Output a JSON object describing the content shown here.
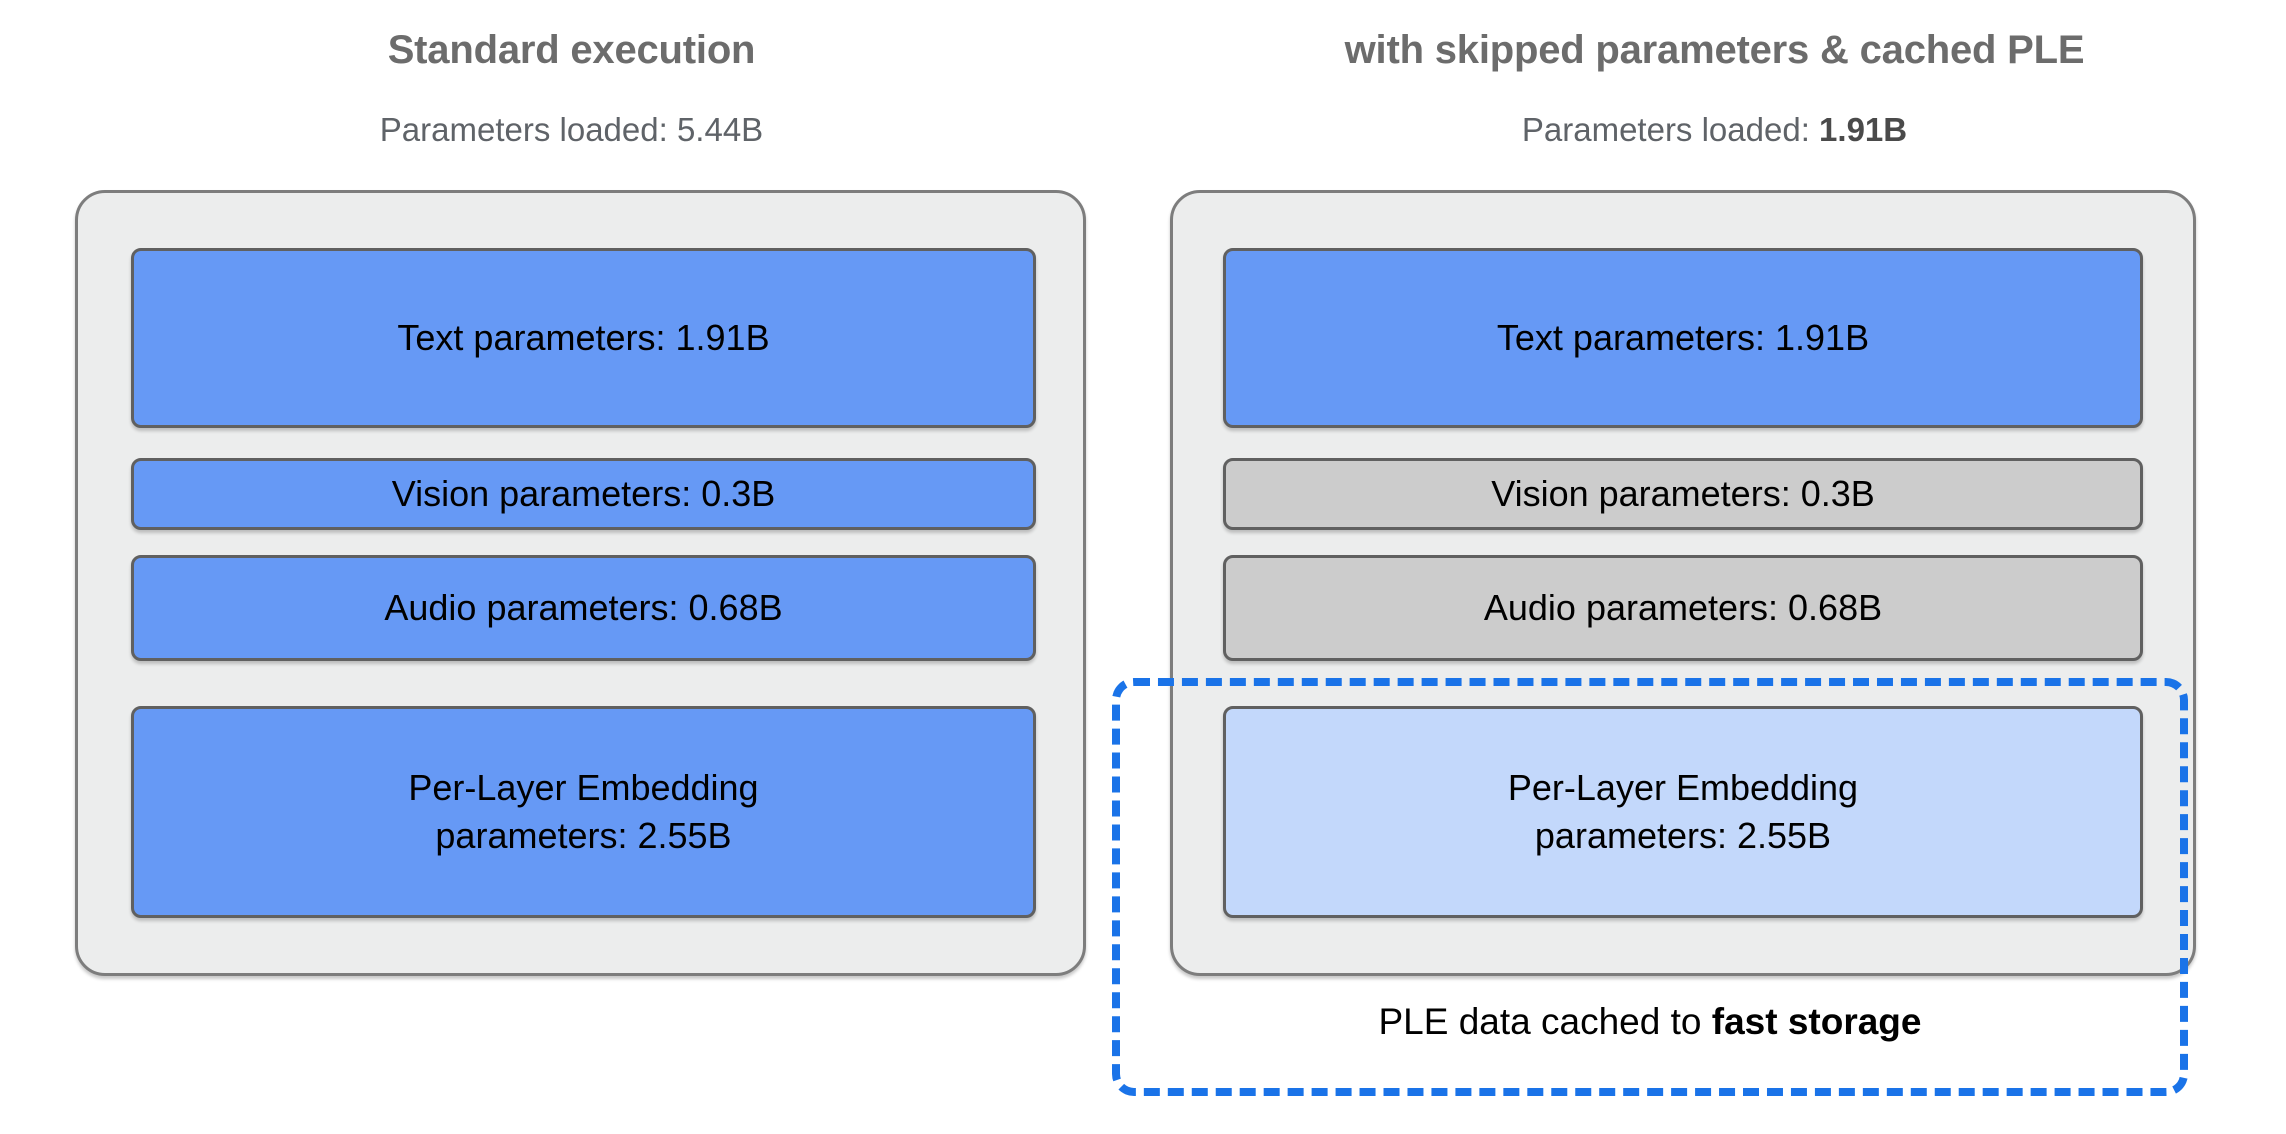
{
  "diagram": {
    "type": "two-panel-comparison",
    "accent_colors": {
      "active_blue": "#6699F5",
      "cached_light_blue": "#C3D8FB",
      "skipped_grey": "#CCCCCC",
      "panel_background": "#ECEDED",
      "panel_border": "#7D7D7D",
      "dashed_highlight": "#1A73E8",
      "heading_text": "#6C6C6C",
      "body_text": "#000000"
    },
    "panels": [
      {
        "id": "standard",
        "title": "Standard execution",
        "subtitle_prefix": "Parameters loaded: ",
        "subtitle_value": "5.44B",
        "subtitle_value_bold": false,
        "blocks": [
          {
            "label": "Text parameters: 1.91B",
            "name": "text-parameters",
            "state": "loaded",
            "color": "#6699F5",
            "value_b": 1.91
          },
          {
            "label": "Vision parameters: 0.3B",
            "name": "vision-parameters",
            "state": "loaded",
            "color": "#6699F5",
            "value_b": 0.3
          },
          {
            "label": "Audio parameters: 0.68B",
            "name": "audio-parameters",
            "state": "loaded",
            "color": "#6699F5",
            "value_b": 0.68
          },
          {
            "label_line1": "Per-Layer Embedding",
            "label_line2": "parameters: 2.55B",
            "name": "ple-parameters",
            "state": "loaded",
            "color": "#6699F5",
            "value_b": 2.55
          }
        ],
        "total_loaded_b": 5.44
      },
      {
        "id": "optimized",
        "title": "with skipped parameters & cached PLE",
        "subtitle_prefix": "Parameters loaded: ",
        "subtitle_value": "1.91B",
        "subtitle_value_bold": true,
        "blocks": [
          {
            "label": "Text parameters: 1.91B",
            "name": "text-parameters",
            "state": "loaded",
            "color": "#6699F5",
            "value_b": 1.91
          },
          {
            "label": "Vision parameters: 0.3B",
            "name": "vision-parameters",
            "state": "skipped",
            "color": "#CCCCCC",
            "value_b": 0.3
          },
          {
            "label": "Audio parameters: 0.68B",
            "name": "audio-parameters",
            "state": "skipped",
            "color": "#CCCCCC",
            "value_b": 0.68
          },
          {
            "label_line1": "Per-Layer Embedding",
            "label_line2": "parameters: 2.55B",
            "name": "ple-parameters",
            "state": "cached",
            "color": "#C3D8FB",
            "value_b": 2.55
          }
        ],
        "total_loaded_b": 1.91,
        "cache_note_prefix": "PLE data cached to ",
        "cache_note_strong": "fast storage"
      }
    ]
  }
}
